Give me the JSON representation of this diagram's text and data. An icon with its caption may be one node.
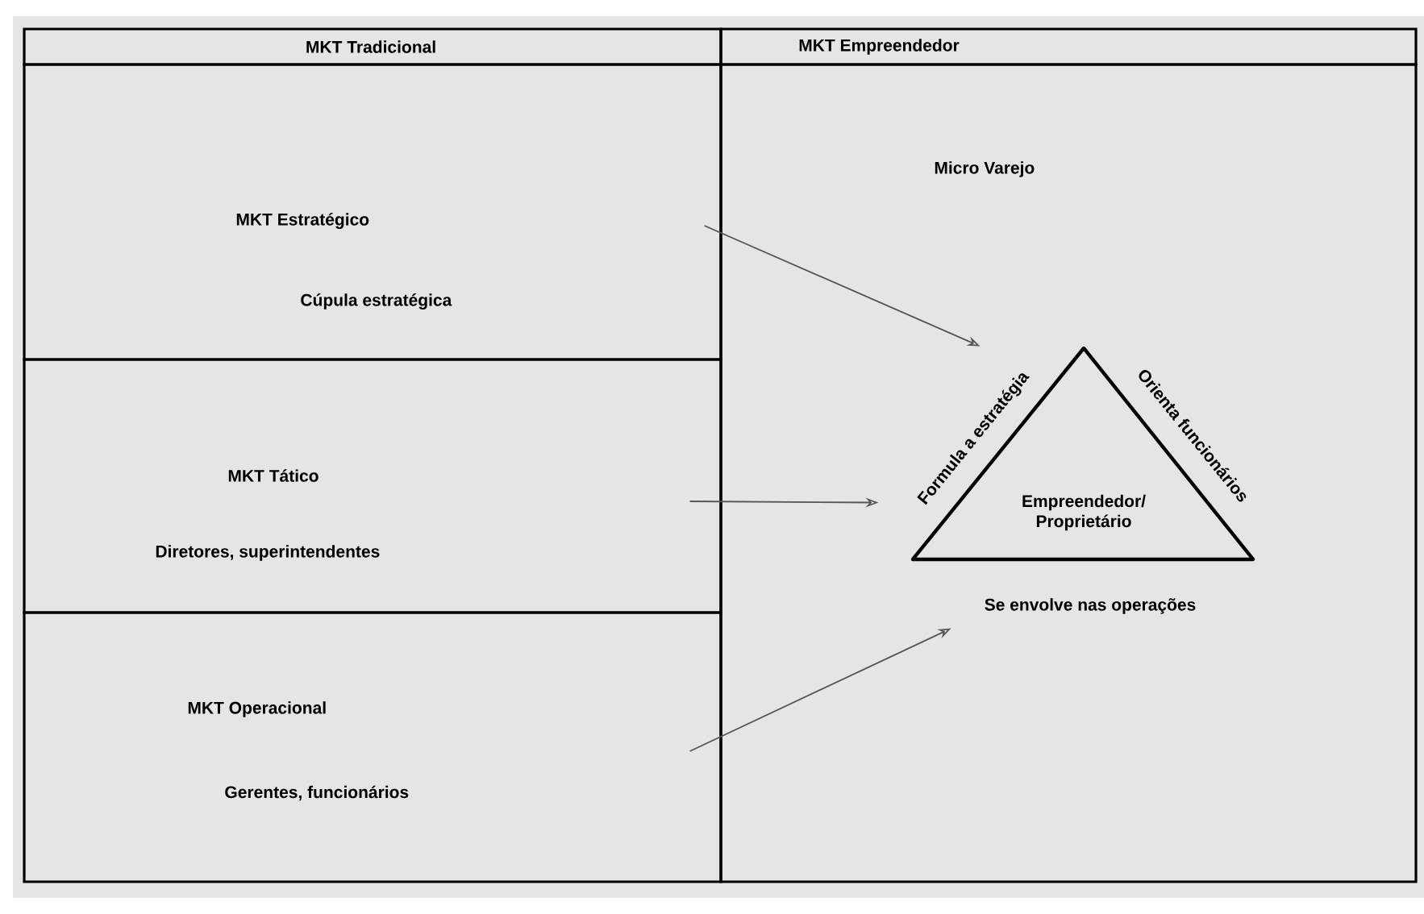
{
  "diagram": {
    "nodes": [
      {
        "text": [
          "MKT Tradicional"
        ]
      },
      {
        "text": [
          "MKT Empreendedor"
        ]
      },
      {
        "text": [
          "MKT Estratégico",
          "Cúpula estratégica"
        ]
      },
      {
        "text": [
          "MKT Tático",
          "Diretores, superintendentes"
        ]
      },
      {
        "text": [
          "MKT Operacional",
          "Gerentes, funcionários"
        ]
      },
      {
        "text": [
          "Micro Varejo"
        ]
      },
      {
        "text": [
          "Empreendedor/ Proprietário"
        ],
        "in": 5,
        "beside": [
          "Formula a estratégia",
          "Orienta funcionários",
          "Se envolve nas operações"
        ]
      }
    ],
    "edges": [
      {
        "from": 2,
        "to": 6,
        "arrow": "to"
      },
      {
        "from": 3,
        "to": 6,
        "arrow": "to"
      },
      {
        "from": 4,
        "to": 6,
        "arrow": "to"
      }
    ]
  }
}
